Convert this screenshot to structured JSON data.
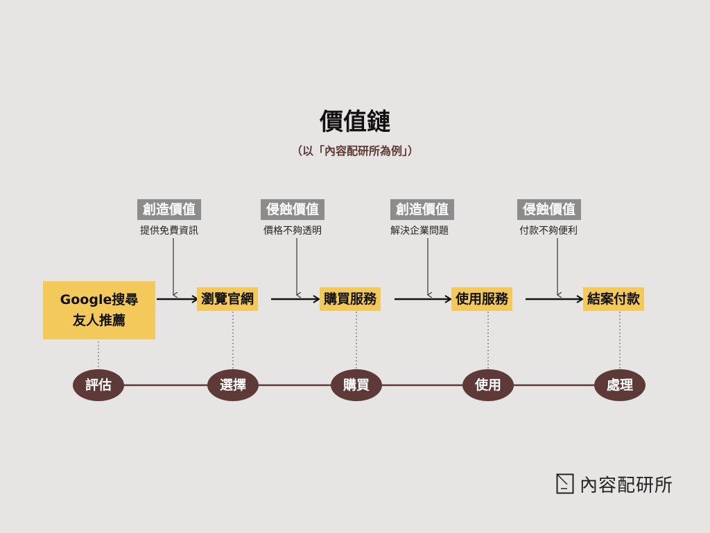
{
  "title": "價值鏈",
  "subtitle": "（以「內容配研所為例」）",
  "value_tags": [
    {
      "label": "創造價值",
      "desc": "提供免費資訊"
    },
    {
      "label": "侵蝕價值",
      "desc": "價格不夠透明"
    },
    {
      "label": "創造價值",
      "desc": "解決企業問題"
    },
    {
      "label": "侵蝕價值",
      "desc": "付款不夠便利"
    }
  ],
  "start_box": {
    "line1": "Google搜尋",
    "line2": "友人推薦"
  },
  "steps": [
    "瀏覽官網",
    "購買服務",
    "使用服務",
    "結案付款"
  ],
  "stages": [
    "評估",
    "選擇",
    "購買",
    "使用",
    "處理"
  ],
  "brand": {
    "name": "內容配研所",
    "icon": "document-corner-icon"
  },
  "colors": {
    "background": "#e6e5e4",
    "step_yellow": "#f3c95b",
    "tag_gray": "#8c8c8c",
    "stage_brown": "#5d3a37"
  }
}
